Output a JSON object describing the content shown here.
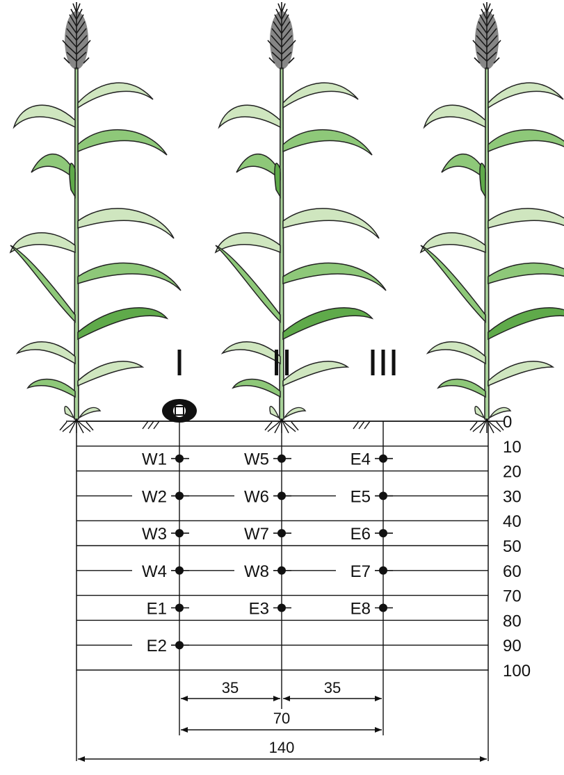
{
  "row_labels": [
    "I",
    "II",
    "III"
  ],
  "depth_labels": [
    "0",
    "10",
    "20",
    "30",
    "40",
    "50",
    "60",
    "70",
    "80",
    "90",
    "100"
  ],
  "sensor_columns": [
    {
      "row": "I",
      "labels": [
        "W1",
        "W2",
        "W3",
        "W4",
        "E1",
        "E2"
      ]
    },
    {
      "row": "II",
      "labels": [
        "W5",
        "W6",
        "W7",
        "W8",
        "E3"
      ]
    },
    {
      "row": "III",
      "labels": [
        "E4",
        "E5",
        "E6",
        "E7",
        "E8"
      ]
    }
  ],
  "dimensions": {
    "left_spacing": "35",
    "right_spacing": "35",
    "inter_row": "70",
    "total_width": "140"
  },
  "colors": {
    "leaf_light": "#cfe6bf",
    "leaf_mid": "#8ec879",
    "leaf_dark": "#5faa4a",
    "stem": "#a9d39a",
    "line": "#111111"
  },
  "icons": [
    "sorghum-plant-icon",
    "drip-emitter-icon",
    "soil-hatch-icon",
    "sensor-dot-icon"
  ]
}
